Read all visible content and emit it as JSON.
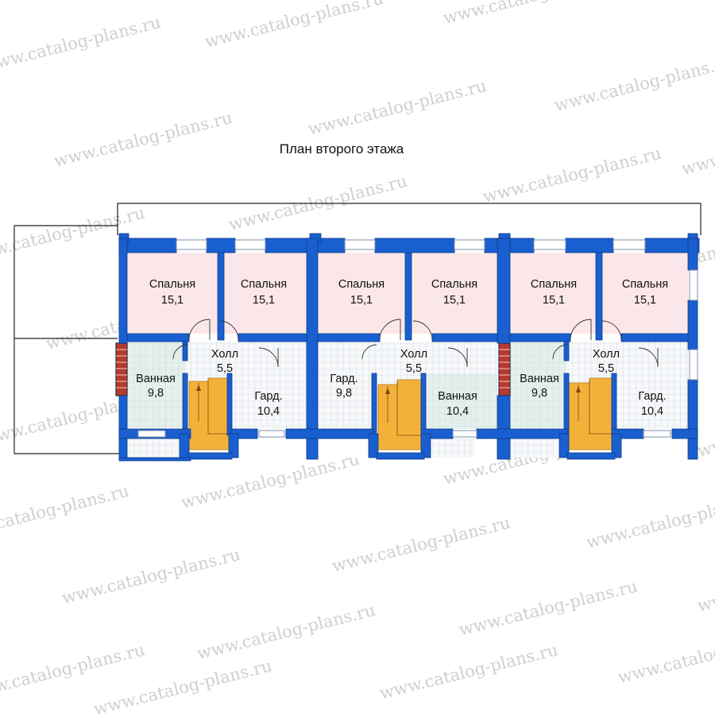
{
  "title": "План второго этажа",
  "watermark": "www.catalog-plans.ru",
  "colors": {
    "wall": "#1a5fcf",
    "wall_dark": "#0b3a8a",
    "bedroom": "#fbe7e9",
    "tile_floor": "#f4f7f9",
    "bath_floor": "#e4f1ef",
    "stairs": "#f4b13a",
    "grid": "#c7cdd2",
    "chimney": "#c0392b"
  },
  "rooms": [
    {
      "name": "Спальня",
      "area": "15,1"
    },
    {
      "name": "Спальня",
      "area": "15,1"
    },
    {
      "name": "Спальня",
      "area": "15,1"
    },
    {
      "name": "Спальня",
      "area": "15,1"
    },
    {
      "name": "Спальня",
      "area": "15,1"
    },
    {
      "name": "Спальня",
      "area": "15,1"
    },
    {
      "name": "Холл",
      "area": "5,5"
    },
    {
      "name": "Холл",
      "area": "5,5"
    },
    {
      "name": "Холл",
      "area": "5,5"
    },
    {
      "name": "Ванная",
      "area": "9,8"
    },
    {
      "name": "Гард.",
      "area": "10,4"
    },
    {
      "name": "Гард.",
      "area": "9,8"
    },
    {
      "name": "Ванная",
      "area": "10,4"
    },
    {
      "name": "Ванная",
      "area": "9,8"
    },
    {
      "name": "Гард.",
      "area": "10,4"
    }
  ]
}
